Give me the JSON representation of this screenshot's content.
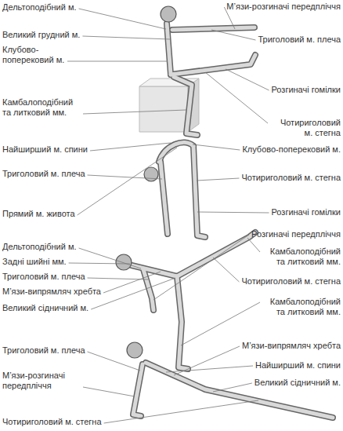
{
  "diagram": {
    "labels": [
      "Дельтоподібний м.",
      "М’язи-розгиначі передпліччя",
      "Великий грудний м.",
      "Триголовий м. плеча",
      "Клубово-поперековий м.",
      "Розгиначі гомілки",
      "Камбалоподібний та литковий мм.",
      "Чотириголовий м. стегна",
      "Найширший м. спини",
      "Клубово-поперековий м.",
      "Триголовий м. плеча",
      "Чотириголовий м. стегна",
      "Прямий м. живота",
      "Розгиначі гомілки",
      "Дельтоподібний м.",
      "Розгиначі передпліччя",
      "Задні шийні мм.",
      "Камбалоподібний та литковий мм.",
      "Триголовий м. плеча",
      "М’язи-випрямляч хребта",
      "Чотириголовий м. стегна",
      "Камбалоподібний та литковий мм.",
      "Великий сідничний м.",
      "Триголовий м. плеча",
      "М’язи-випрямляч хребта",
      "М’язи-розгиначі передпліччя",
      "Найширший м. спини",
      "Великий сідничний м.",
      "Чотириголовий м. стегна"
    ]
  }
}
